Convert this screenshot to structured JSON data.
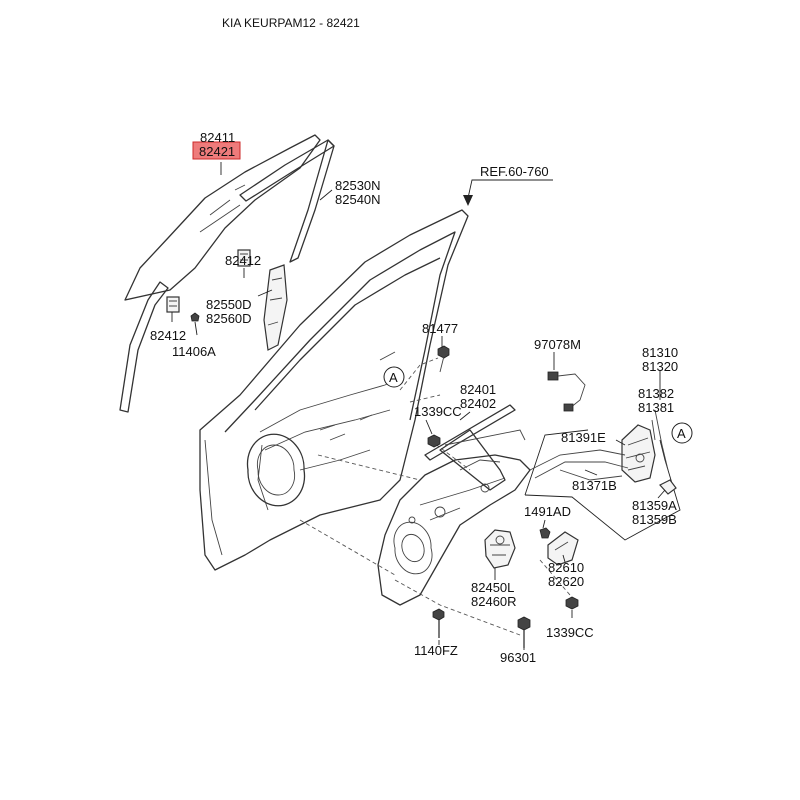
{
  "header": {
    "title": "KIA KEURPAM12 - 82421"
  },
  "reference": {
    "label": "REF.60-760",
    "circle_marker": "A"
  },
  "highlight": {
    "part_number": "82421",
    "color": "#ee7b7b",
    "border": "#cc2a2a"
  },
  "parts": {
    "p82411": "82411",
    "p82421": "82421",
    "p82530N": "82530N",
    "p82540N": "82540N",
    "p82412a": "82412",
    "p82550D": "82550D",
    "p82560D": "82560D",
    "p82412b": "82412",
    "p11406A": "11406A",
    "p81477": "81477",
    "p97078M": "97078M",
    "p81310": "81310",
    "p81320": "81320",
    "p82401": "82401",
    "p82402": "82402",
    "p1339CCa": "1339CC",
    "p81382": "81382",
    "p81381": "81381",
    "p81391E": "81391E",
    "p81371B": "81371B",
    "p1491AD": "1491AD",
    "p81359A": "81359A",
    "p81359B": "81359B",
    "p82610": "82610",
    "p82620": "82620",
    "p82450L": "82450L",
    "p82460R": "82460R",
    "p1339CCb": "1339CC",
    "p1140FZ": "1140FZ",
    "p96301": "96301"
  }
}
